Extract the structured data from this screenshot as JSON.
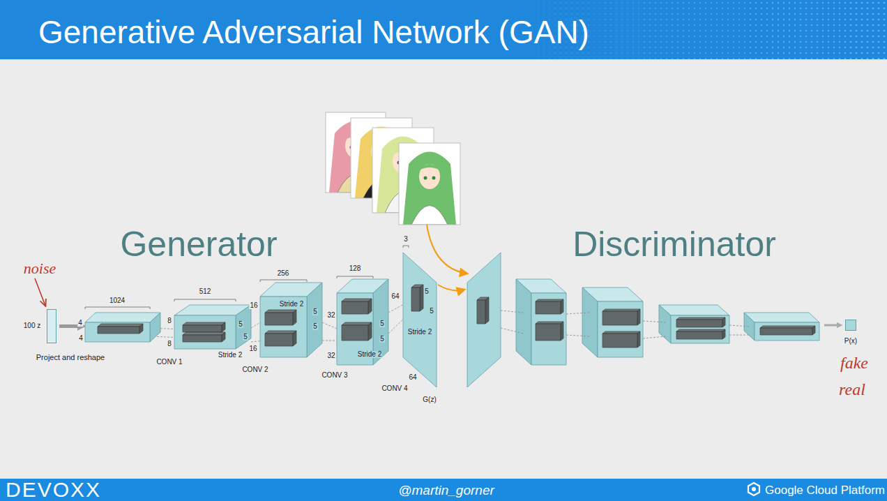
{
  "diagram": {
    "title": "Generative Adversarial Network (GAN)",
    "nodes": [
      {
        "text": [
          "100 z"
        ]
      },
      {
        "text": [
          "1024",
          "4",
          "4"
        ]
      },
      {
        "text": [
          "512",
          "8",
          "8",
          "5",
          "5",
          "Stride 2",
          "CONV 1"
        ]
      },
      {
        "text": [
          "256",
          "16",
          "Stride 2",
          "5",
          "5",
          "16",
          "CONV 2"
        ]
      },
      {
        "text": [
          "128",
          "32",
          "5",
          "5",
          "Stride 2",
          "32",
          "CONV 3"
        ]
      },
      {
        "text": [
          "3",
          "64",
          "5",
          "5",
          "Stride 2",
          "64",
          "CONV 4",
          "G(z)"
        ]
      },
      {
        "text": [
          "P(x)"
        ]
      }
    ],
    "edges": [
      {
        "from": 0,
        "to": 1,
        "arrow": "to"
      }
    ],
    "labels": [
      "noise",
      "Project and reshape",
      "Generator",
      "Discriminator",
      "fake",
      "real",
      "DEVOXX",
      "@martin_gorner",
      "Google Cloud Platform"
    ]
  }
}
